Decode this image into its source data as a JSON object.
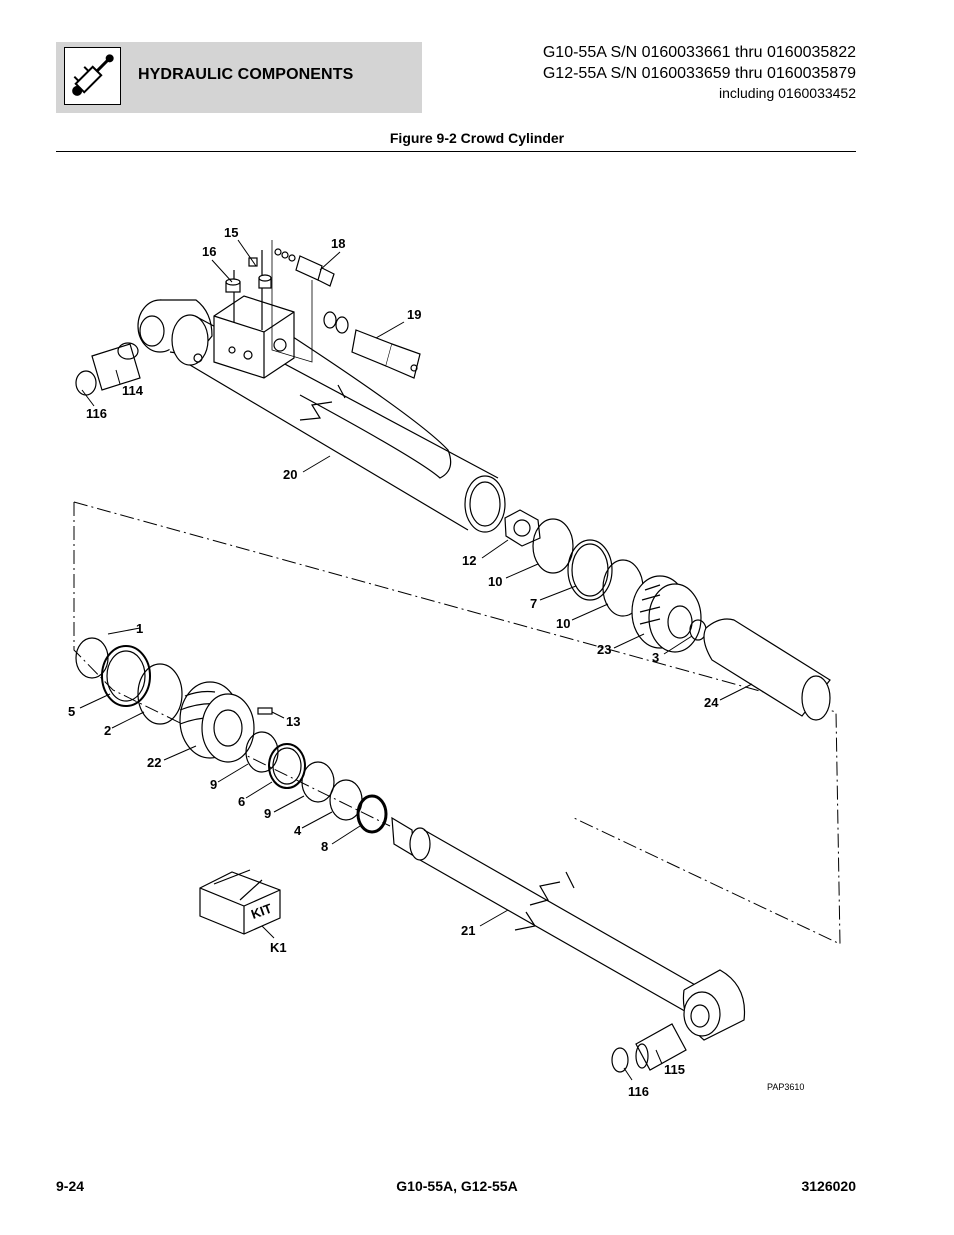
{
  "header": {
    "section_title": "HYDRAULIC COMPONENTS",
    "icon": "hydraulic-cylinder-icon",
    "models": [
      "G10-55A S/N 0160033661 thru 0160035822",
      "G12-55A S/N 0160033659 thru 0160035879",
      "including 0160033452"
    ]
  },
  "figure": {
    "title": "Figure 9-2 Crowd Cylinder",
    "ref_code": "PAP3610",
    "kit_label": "KIT",
    "callouts": {
      "c15": "15",
      "c16": "16",
      "c18": "18",
      "c19": "19",
      "c114": "114",
      "c116a": "116",
      "c20": "20",
      "c12": "12",
      "c10a": "10",
      "c7": "7",
      "c10b": "10",
      "c23": "23",
      "c3": "3",
      "c24": "24",
      "c1": "1",
      "c5": "5",
      "c2": "2",
      "c13": "13",
      "c22": "22",
      "c9a": "9",
      "c6": "6",
      "c9b": "9",
      "c4": "4",
      "c8": "8",
      "cK1": "K1",
      "c21": "21",
      "c115": "115",
      "c116b": "116"
    }
  },
  "footer": {
    "page": "9-24",
    "models": "G10-55A, G12-55A",
    "doc_number": "3126020"
  }
}
